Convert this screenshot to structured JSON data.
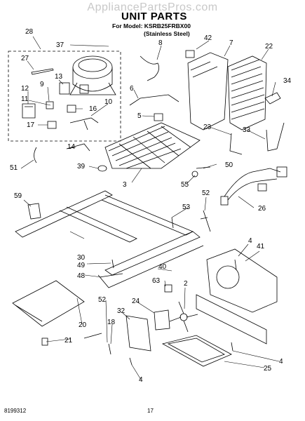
{
  "watermark": "AppliancePartsPros.com",
  "title": "UNIT PARTS",
  "model_line": "For Model: KSRB25FRBX00",
  "finish": "(Stainless Steel)",
  "footer": {
    "doc_number": "8199312",
    "page_number": "17"
  },
  "callouts": [
    "28",
    "37",
    "8",
    "42",
    "7",
    "22",
    "27",
    "13",
    "9",
    "12",
    "11",
    "6",
    "34",
    "16",
    "10",
    "5",
    "17",
    "23",
    "33",
    "14",
    "51",
    "39",
    "50",
    "3",
    "55",
    "59",
    "53",
    "52",
    "26",
    "30",
    "49",
    "48",
    "4",
    "41",
    "40",
    "63",
    "2",
    "52",
    "32",
    "24",
    "18",
    "20",
    "21",
    "25",
    "4",
    "4"
  ],
  "colors": {
    "line": "#000000",
    "watermark": "#c8c8c8"
  }
}
